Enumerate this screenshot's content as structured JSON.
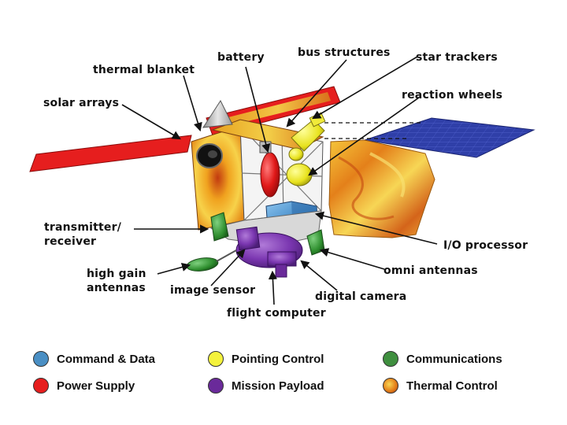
{
  "labels": {
    "battery": "battery",
    "bus_structures": "bus structures",
    "star_trackers": "star trackers",
    "thermal_blanket": "thermal blanket",
    "solar_arrays": "solar arrays",
    "reaction_wheels": "reaction wheels",
    "transmitter_receiver": "transmitter/\nreceiver",
    "io_processor": "I/O processor",
    "high_gain_antennas": "high gain\nantennas",
    "image_sensor": "image sensor",
    "omni_antennas": "omni antennas",
    "digital_camera": "digital camera",
    "flight_computer": "flight computer"
  },
  "legend": [
    {
      "label": "Command & Data",
      "color": "#4a8fc4"
    },
    {
      "label": "Pointing Control",
      "color": "#f4f23c"
    },
    {
      "label": "Communications",
      "color": "#3f8f3f"
    },
    {
      "label": "Power Supply",
      "color": "#e61e1e"
    },
    {
      "label": "Mission Payload",
      "color": "#6a2a9a"
    },
    {
      "label": "Thermal  Control",
      "color": "thermal-gradient"
    }
  ],
  "colors": {
    "command_data": "#4a8fc4",
    "pointing": "#f4f23c",
    "communications": "#3f8f3f",
    "power": "#e61e1e",
    "payload": "#6a2a9a",
    "solar_blue": "#2f3fa8",
    "thermal_orange": "#e8a020"
  }
}
